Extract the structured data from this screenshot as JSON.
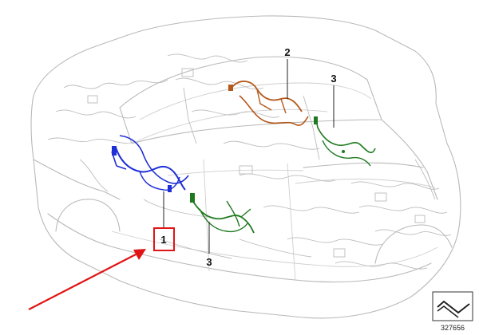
{
  "callouts": {
    "part_1": "1",
    "part_2": "2",
    "part_3_roof": "3",
    "part_3_floor": "3"
  },
  "reference_number": "327656",
  "colors": {
    "harness_1": "#1f2fd6",
    "harness_2": "#b5581c",
    "harness_3": "#1f7a1f",
    "highlight_box": "#e01414",
    "pointer_arrow": "#e01414",
    "body_outline": "#b9b9b9"
  },
  "icons": {
    "harness_symbol": "wiring-harness-symbol-icon"
  }
}
